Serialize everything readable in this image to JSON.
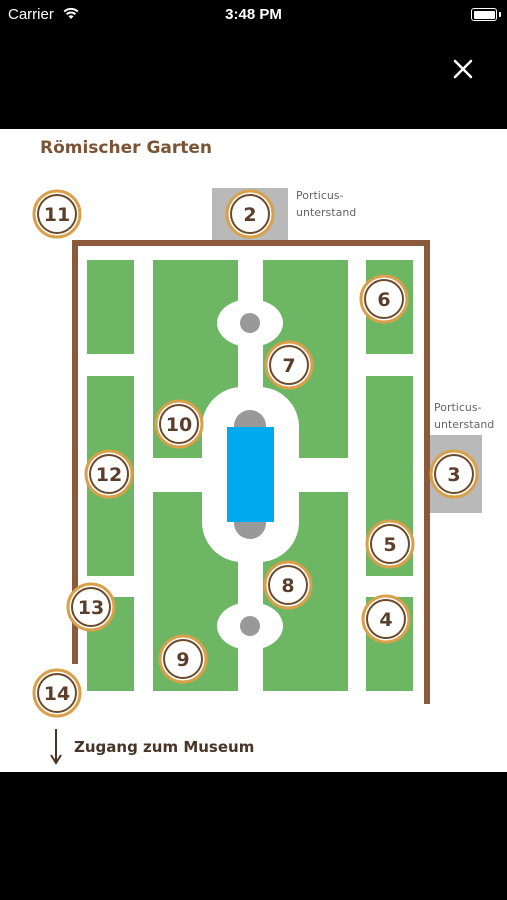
{
  "status_bar": {
    "carrier": "Carrier",
    "time": "3:48 PM"
  },
  "close_icon": "close-icon",
  "map": {
    "title": "Römischer Garten",
    "porticus_note_top": [
      "Porticus-",
      "unterstand"
    ],
    "porticus_note_right": [
      "Porticus-",
      "unterstand"
    ],
    "access_label": "Zugang zum Museum",
    "markers": [
      "11",
      "2",
      "6",
      "7",
      "10",
      "12",
      "3",
      "5",
      "8",
      "13",
      "4",
      "9",
      "14"
    ],
    "colors": {
      "lawn": "#6db764",
      "wall": "#8b5a3c",
      "fountain": "#00aaee",
      "marker_ring": "#d9a04a",
      "porticus": "#b9b9b9"
    }
  }
}
